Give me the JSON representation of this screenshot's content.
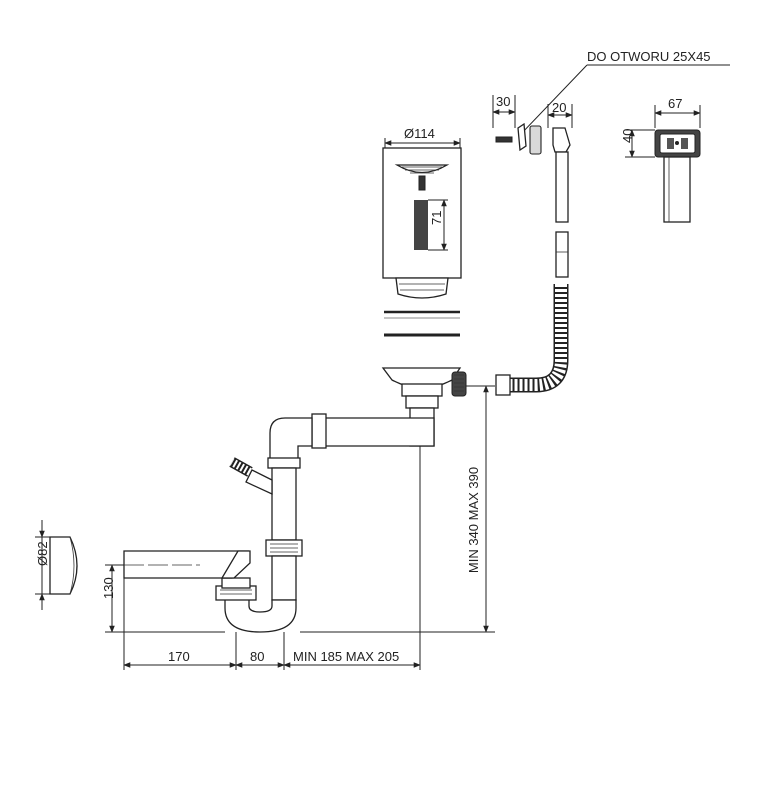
{
  "dimensions": {
    "hole_label": "DO OTWORU 25X45",
    "w30": "30",
    "w20": "20",
    "w67": "67",
    "h40": "40",
    "d114": "Ø114",
    "h71": "71",
    "height_range": "MIN 340 MAX 390",
    "d82": "Ø82",
    "h130": "130",
    "w170": "170",
    "w80": "80",
    "depth_range": "MIN 185 MAX 205"
  }
}
